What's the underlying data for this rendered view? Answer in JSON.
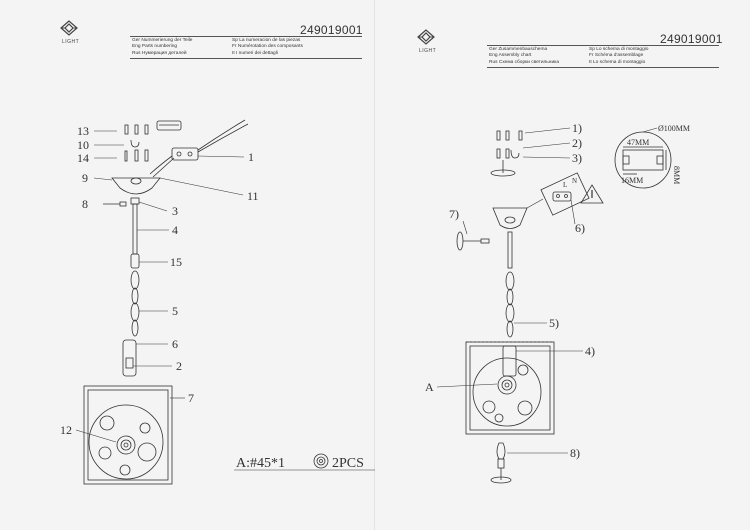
{
  "left_page": {
    "code": "249019001",
    "logo_text": "LIGHT",
    "header": {
      "ger": "Ger Nummerierung der Teile",
      "eng": "Eng Parts numbering",
      "rus": "Rus Нумерация деталей",
      "sp": "Sp La numeracion de las piezas",
      "fr": "Fr Numérotation des composants",
      "it": "It I numeri dei dettagli"
    },
    "callouts": [
      "13",
      "10",
      "14",
      "9",
      "8",
      "1",
      "11",
      "3",
      "4",
      "15",
      "5",
      "6",
      "2",
      "7",
      "12"
    ],
    "note": {
      "text": "A:#45*1",
      "qty": "2PCS"
    }
  },
  "right_page": {
    "code": "249019001",
    "logo_text": "LIGHT",
    "header": {
      "ger": "Ger Zusammenbauschema",
      "eng": "Eng Assembly chart",
      "rus": "Rus Схема сборки светильника",
      "sp": "Sp Lo schema di montaggio",
      "fr": "Fr Schéma d'assemblage",
      "it": "It Lo schema di montaggio"
    },
    "callouts": [
      "1)",
      "2)",
      "3)",
      "6)",
      "7)",
      "5)",
      "4)",
      "A",
      "8)"
    ],
    "dimensions": {
      "diameter": "Ø100MM",
      "width": "47MM",
      "height": "8MM",
      "depth": "16MM"
    },
    "terminal_labels": [
      "L",
      "N"
    ]
  }
}
